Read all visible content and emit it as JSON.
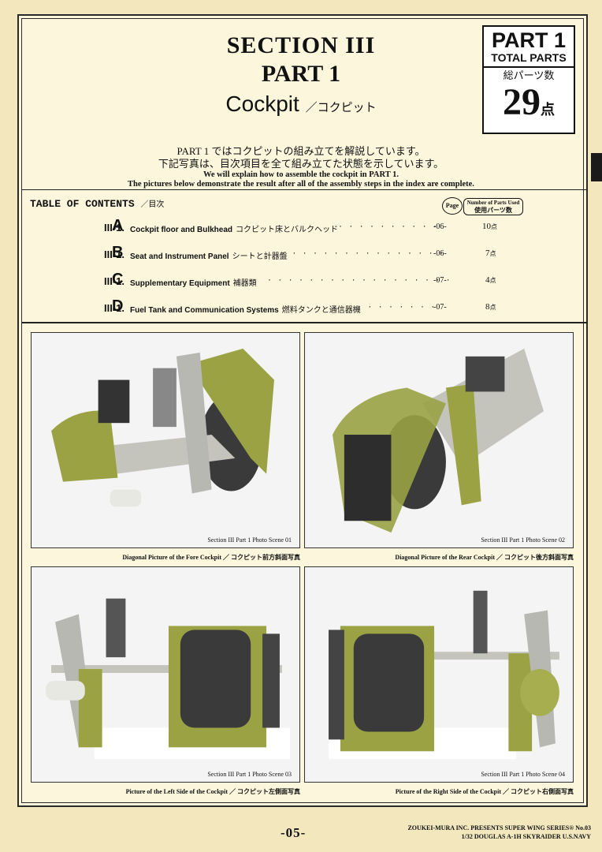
{
  "header": {
    "section": "SECTION III",
    "part": "PART 1",
    "subtitle_en": "Cockpit",
    "subtitle_jp": "／コクピット"
  },
  "total_parts": {
    "part_label": "PART 1",
    "total_label": "TOTAL PARTS",
    "jp_label": "総パーツ数",
    "count": "29",
    "unit": "点"
  },
  "intro": {
    "jp_line1": "PART 1 ではコクピットの組み立てを解説しています。",
    "jp_line2": "下記写真は、目次項目を全て組み立てた状態を示しています。",
    "en_line1": "We will explain how to assemble the cockpit in PART 1.",
    "en_line2": "The pictures below demonstrate the result after all of the assembly steps in the index are complete."
  },
  "toc": {
    "title": "TABLE OF CONTENTS",
    "title_jp": "／目次",
    "page_badge": "Page",
    "parts_badge_en": "Number of Parts Used",
    "parts_badge_jp": "使用パーツ数",
    "items": [
      {
        "code": "III-1.",
        "letter": "A",
        "title": "Cockpit floor and Bulkhead",
        "title_jp": "コクピット床とバルクヘッド",
        "page": "-06-",
        "count": "10",
        "unit": "点"
      },
      {
        "code": "III-1.",
        "letter": "B",
        "title": "Seat and Instrument Panel",
        "title_jp": "シートと計器盤",
        "page": "-06-",
        "count": "7",
        "unit": "点"
      },
      {
        "code": "III-1.",
        "letter": "C",
        "title": "Supplementary Equipment",
        "title_jp": "補器類",
        "page": "-07-",
        "count": "4",
        "unit": "点"
      },
      {
        "code": "III-1.",
        "letter": "D",
        "title": "Fuel Tank and Communication Systems",
        "title_jp": "燃料タンクと通信器機",
        "page": "-07-",
        "count": "8",
        "unit": "点"
      }
    ]
  },
  "photos": [
    {
      "scene": "Section III Part 1 Photo   Scene 01",
      "caption": "Diagonal Picture of the Fore Cockpit ／ コクピット前方斜面写真"
    },
    {
      "scene": "Section III Part 1 Photo   Scene 02",
      "caption": "Diagonal Picture of the Rear Cockpit ／ コクピット後方斜面写真"
    },
    {
      "scene": "Section III Part 1 Photo   Scene 03",
      "caption": "Picture of the Left Side of the Cockpit ／ コクピット左側面写真"
    },
    {
      "scene": "Section III Part 1 Photo   Scene 04",
      "caption": "Picture of the Right Side of the Cockpit ／ コクピット右側面写真"
    }
  ],
  "footer": {
    "page": "-05-",
    "line1": "ZOUKEI-MURA INC. PRESENTS   SUPER WING SERIES® No.03",
    "line2": "1/32  DOUGLAS A-1H SKYRAIDER U.S.NAVY"
  },
  "colors": {
    "paper": "#fbf6dc",
    "olive": "#9aa244",
    "grey": "#b8b8b2",
    "tank": "#3a3a3a"
  }
}
